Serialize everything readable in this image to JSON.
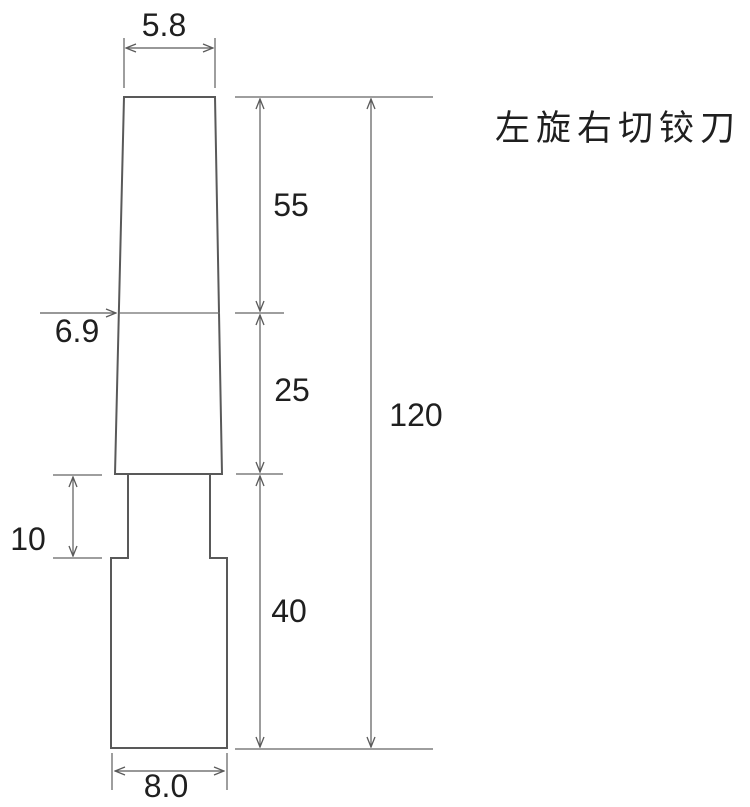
{
  "title": "左旋右切铰刀",
  "dimensions": {
    "top_width": "5.8",
    "mid_diameter": "6.9",
    "upper_flute_length": "55",
    "lower_flute_length": "25",
    "overall_length": "120",
    "neck_length": "10",
    "shank_length": "40",
    "shank_width": "8.0"
  },
  "colors": {
    "background": "#ffffff",
    "body_outline": "#595959",
    "hatch_line": "#4a4a4a",
    "extension_line": "#9e9e9e",
    "dimension_line": "#5a5a5a",
    "label_text": "#1f1f1f"
  }
}
